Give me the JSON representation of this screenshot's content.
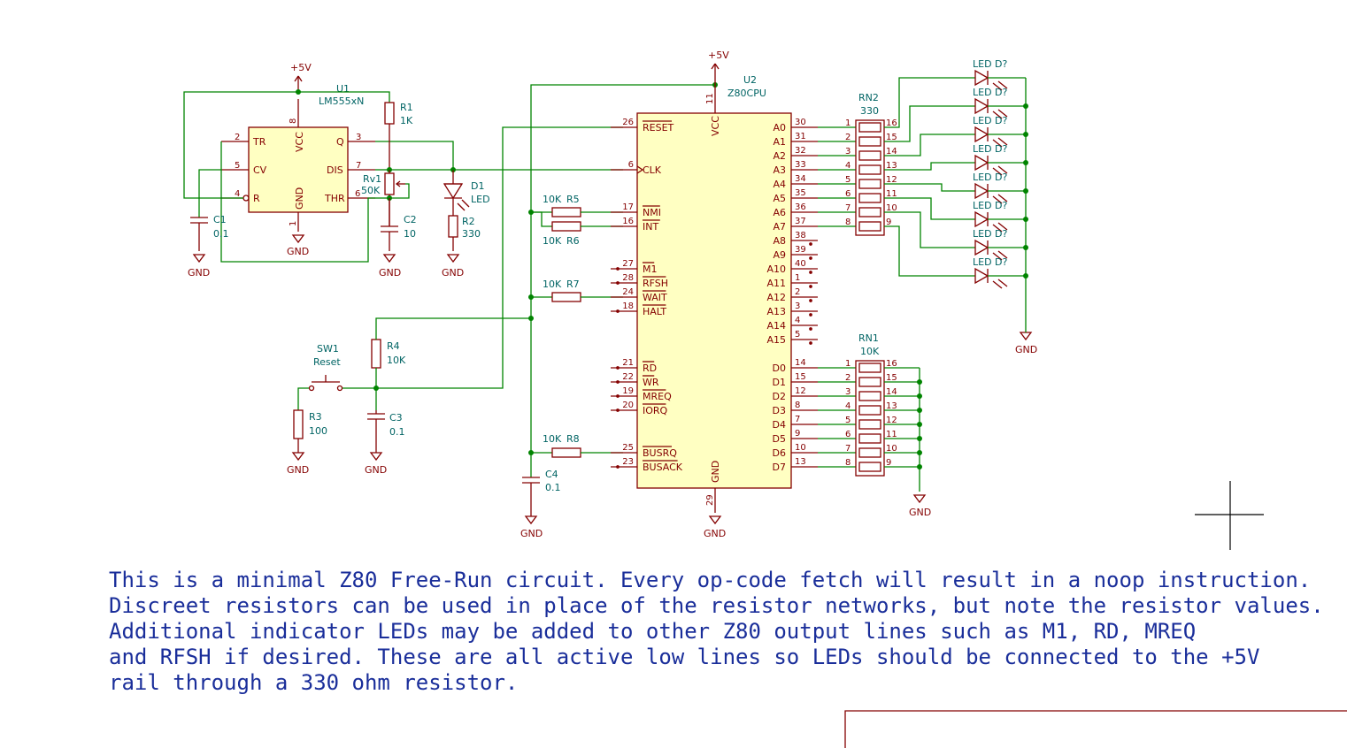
{
  "components": {
    "u1": {
      "ref": "U1",
      "value": "LM555xN",
      "pins": {
        "tr": "TR",
        "cv": "CV",
        "r": "R",
        "vcc": "VCC",
        "gnd": "GND",
        "q": "Q",
        "dis": "DIS",
        "thr": "THR"
      }
    },
    "u2": {
      "ref": "U2",
      "value": "Z80CPU"
    },
    "r1": {
      "ref": "R1",
      "value": "1K"
    },
    "rv1": {
      "ref": "Rv1",
      "value": "50K"
    },
    "c1": {
      "ref": "C1",
      "value": "0.1"
    },
    "c2": {
      "ref": "C2",
      "value": "10"
    },
    "c3": {
      "ref": "C3",
      "value": "0.1"
    },
    "c4": {
      "ref": "C4",
      "value": "0.1"
    },
    "d1": {
      "ref": "D1",
      "value": "LED"
    },
    "r2": {
      "ref": "R2",
      "value": "330"
    },
    "r3": {
      "ref": "R3",
      "value": "100"
    },
    "r4": {
      "ref": "R4",
      "value": "10K"
    },
    "r5": {
      "ref": "R5",
      "value": "10K"
    },
    "r6": {
      "ref": "R6",
      "value": "10K"
    },
    "r7": {
      "ref": "R7",
      "value": "10K"
    },
    "r8": {
      "ref": "R8",
      "value": "10K"
    },
    "sw1": {
      "ref": "SW1",
      "value": "Reset"
    },
    "rn1": {
      "ref": "RN1",
      "value": "10K"
    },
    "rn2": {
      "ref": "RN2",
      "value": "330"
    },
    "led_label": "LED D?"
  },
  "power": {
    "plus5v": "+5V",
    "gnd": "GND"
  },
  "z80_left_pins": [
    {
      "num": "26",
      "name": "RESET"
    },
    {
      "num": "6",
      "name": "CLK"
    },
    {
      "num": "17",
      "name": "NMI"
    },
    {
      "num": "16",
      "name": "INT"
    },
    {
      "num": "27",
      "name": "M1"
    },
    {
      "num": "28",
      "name": "RFSH"
    },
    {
      "num": "24",
      "name": "WAIT"
    },
    {
      "num": "18",
      "name": "HALT"
    },
    {
      "num": "21",
      "name": "RD"
    },
    {
      "num": "22",
      "name": "WR"
    },
    {
      "num": "19",
      "name": "MREQ"
    },
    {
      "num": "20",
      "name": "IORQ"
    },
    {
      "num": "25",
      "name": "BUSRQ"
    },
    {
      "num": "23",
      "name": "BUSACK"
    }
  ],
  "z80_addr_pins": [
    {
      "num": "30",
      "name": "A0"
    },
    {
      "num": "31",
      "name": "A1"
    },
    {
      "num": "32",
      "name": "A2"
    },
    {
      "num": "33",
      "name": "A3"
    },
    {
      "num": "34",
      "name": "A4"
    },
    {
      "num": "35",
      "name": "A5"
    },
    {
      "num": "36",
      "name": "A6"
    },
    {
      "num": "37",
      "name": "A7"
    },
    {
      "num": "38",
      "name": "A8"
    },
    {
      "num": "39",
      "name": "A9"
    },
    {
      "num": "40",
      "name": "A10"
    },
    {
      "num": "1",
      "name": "A11"
    },
    {
      "num": "2",
      "name": "A12"
    },
    {
      "num": "3",
      "name": "A13"
    },
    {
      "num": "4",
      "name": "A14"
    },
    {
      "num": "5",
      "name": "A15"
    }
  ],
  "z80_data_pins": [
    {
      "num": "14",
      "name": "D0"
    },
    {
      "num": "15",
      "name": "D1"
    },
    {
      "num": "12",
      "name": "D2"
    },
    {
      "num": "8",
      "name": "D3"
    },
    {
      "num": "7",
      "name": "D4"
    },
    {
      "num": "9",
      "name": "D5"
    },
    {
      "num": "10",
      "name": "D6"
    },
    {
      "num": "13",
      "name": "D7"
    }
  ],
  "z80_power_pins": {
    "vcc": "VCC",
    "gnd": "GND",
    "vcc_num": "11",
    "gnd_num": "29"
  },
  "note_lines": [
    "This is a minimal Z80 Free-Run circuit. Every op-code fetch will result in a noop instruction.",
    "Discreet resistors can be used in place of the resistor networks, but note the resistor values.",
    "Additional indicator LEDs may be added to other Z80 output lines such as M1, RD, MREQ",
    "and RFSH if desired. These are all active low lines so LEDs should be connected to the +5V",
    "rail through a 330 ohm resistor."
  ],
  "colors": {
    "wire": "#008400",
    "component": "#840000",
    "label": "#006464",
    "note": "#1a2e9a",
    "body_fill": "#ffffc2"
  }
}
